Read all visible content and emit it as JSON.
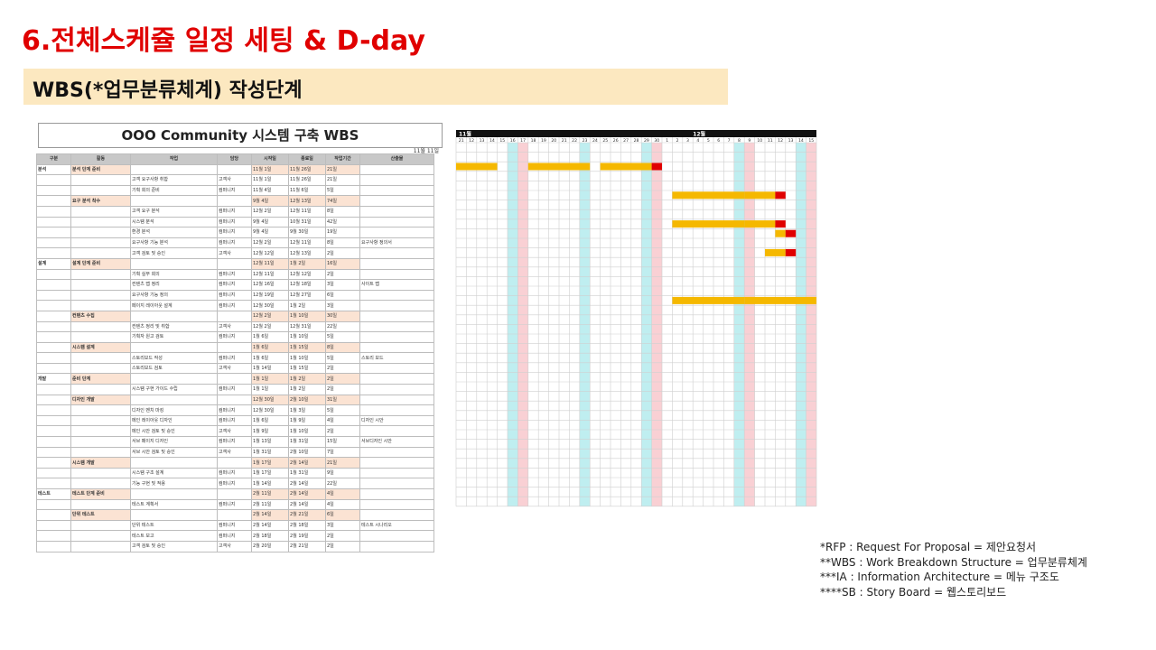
{
  "slide_title": "6.전체스케쥴 일정 세팅 & D-day",
  "section_title": "WBS(*업무분류체계) 작성단계",
  "wbs": {
    "heading": "OOO Community 시스템 구축 WBS",
    "date": "11월 11일",
    "columns": [
      "구분",
      "활동",
      "작업",
      "담당",
      "시작일",
      "종료일",
      "작업기간",
      "산출물"
    ],
    "rows": [
      {
        "cat": "분석",
        "phase": "분석 단계 준비",
        "task": "",
        "owner": "",
        "start": "11월 1일",
        "end": "11월 26일",
        "dur": "21일",
        "out": "",
        "kind": "sub"
      },
      {
        "cat": "",
        "phase": "",
        "task": "고객 요구사항 취합",
        "owner": "고객사",
        "start": "11월 1일",
        "end": "11월 26일",
        "dur": "21일",
        "out": "",
        "kind": "task"
      },
      {
        "cat": "",
        "phase": "",
        "task": "기획 회의 준비",
        "owner": "컴퍼니지",
        "start": "11월 4일",
        "end": "11월 6일",
        "dur": "5일",
        "out": "",
        "kind": "task"
      },
      {
        "cat": "",
        "phase": "요구 분석 착수",
        "task": "",
        "owner": "",
        "start": "9월 4일",
        "end": "12월 13일",
        "dur": "74일",
        "out": "",
        "kind": "sub"
      },
      {
        "cat": "",
        "phase": "",
        "task": "고객 요구 분석",
        "owner": "컴퍼니지",
        "start": "12월 2일",
        "end": "12월 11일",
        "dur": "8일",
        "out": "",
        "kind": "task"
      },
      {
        "cat": "",
        "phase": "",
        "task": "시스템 분석",
        "owner": "컴퍼니지",
        "start": "9월 4일",
        "end": "10월 31일",
        "dur": "42일",
        "out": "",
        "kind": "task"
      },
      {
        "cat": "",
        "phase": "",
        "task": "환경 분석",
        "owner": "컴퍼니지",
        "start": "9월 4일",
        "end": "9월 30일",
        "dur": "19일",
        "out": "",
        "kind": "task"
      },
      {
        "cat": "",
        "phase": "",
        "task": "요구사항 기능 분석",
        "owner": "컴퍼니지",
        "start": "12월 2일",
        "end": "12월 11일",
        "dur": "8일",
        "out": "요구사항 정의서",
        "kind": "task"
      },
      {
        "cat": "",
        "phase": "",
        "task": "고객 검토 및 승인",
        "owner": "고객사",
        "start": "12월 12일",
        "end": "12월 13일",
        "dur": "2일",
        "out": "",
        "kind": "task"
      },
      {
        "cat": "설계",
        "phase": "설계 단계 준비",
        "task": "",
        "owner": "",
        "start": "12월 11일",
        "end": "1월 2일",
        "dur": "16일",
        "out": "",
        "kind": "sub"
      },
      {
        "cat": "",
        "phase": "",
        "task": "기획 실무 회의",
        "owner": "컴퍼니지",
        "start": "12월 11일",
        "end": "12월 12일",
        "dur": "2일",
        "out": "",
        "kind": "task"
      },
      {
        "cat": "",
        "phase": "",
        "task": "컨텐츠 맵 정리",
        "owner": "컴퍼니지",
        "start": "12월 16일",
        "end": "12월 18일",
        "dur": "3일",
        "out": "사이트 맵",
        "kind": "task"
      },
      {
        "cat": "",
        "phase": "",
        "task": "요구사항 기능 정의",
        "owner": "컴퍼니지",
        "start": "12월 19일",
        "end": "12월 27일",
        "dur": "6일",
        "out": "",
        "kind": "task"
      },
      {
        "cat": "",
        "phase": "",
        "task": "페이지 레이아웃 설계",
        "owner": "컴퍼니지",
        "start": "12월 30일",
        "end": "1월 2일",
        "dur": "3일",
        "out": "",
        "kind": "task"
      },
      {
        "cat": "",
        "phase": "컨텐츠 수집",
        "task": "",
        "owner": "",
        "start": "12월 2일",
        "end": "1월 10일",
        "dur": "30일",
        "out": "",
        "kind": "sub"
      },
      {
        "cat": "",
        "phase": "",
        "task": "컨텐츠 정리 및 취합",
        "owner": "고객사",
        "start": "12월 2일",
        "end": "12월 31일",
        "dur": "22일",
        "out": "",
        "kind": "task"
      },
      {
        "cat": "",
        "phase": "",
        "task": "기획자 원고 검토",
        "owner": "컴퍼니지",
        "start": "1월 6일",
        "end": "1월 10일",
        "dur": "5일",
        "out": "",
        "kind": "task"
      },
      {
        "cat": "",
        "phase": "시스템 설계",
        "task": "",
        "owner": "",
        "start": "1월 6일",
        "end": "1월 15일",
        "dur": "8일",
        "out": "",
        "kind": "sub"
      },
      {
        "cat": "",
        "phase": "",
        "task": "스토리보드 작성",
        "owner": "컴퍼니지",
        "start": "1월 6일",
        "end": "1월 10일",
        "dur": "5일",
        "out": "스토리 보드",
        "kind": "task"
      },
      {
        "cat": "",
        "phase": "",
        "task": "스토리보드 검토",
        "owner": "고객사",
        "start": "1월 14일",
        "end": "1월 15일",
        "dur": "2일",
        "out": "",
        "kind": "task"
      },
      {
        "cat": "개발",
        "phase": "준비 단계",
        "task": "",
        "owner": "",
        "start": "1월 1일",
        "end": "1월 2일",
        "dur": "2일",
        "out": "",
        "kind": "sub"
      },
      {
        "cat": "",
        "phase": "",
        "task": "시스템 구현 가이드 수립",
        "owner": "컴퍼니지",
        "start": "1월 1일",
        "end": "1월 2일",
        "dur": "2일",
        "out": "",
        "kind": "task"
      },
      {
        "cat": "",
        "phase": "디자인 개발",
        "task": "",
        "owner": "",
        "start": "12월 30일",
        "end": "2월 10일",
        "dur": "31일",
        "out": "",
        "kind": "sub"
      },
      {
        "cat": "",
        "phase": "",
        "task": "디자인 벤치 마킹",
        "owner": "컴퍼니지",
        "start": "12월 30일",
        "end": "1월 3일",
        "dur": "5일",
        "out": "",
        "kind": "task"
      },
      {
        "cat": "",
        "phase": "",
        "task": "메인 레이아웃 디자인",
        "owner": "컴퍼니지",
        "start": "1월 6일",
        "end": "1월 9일",
        "dur": "4일",
        "out": "디자인 시안",
        "kind": "task"
      },
      {
        "cat": "",
        "phase": "",
        "task": "메인 시안 검토 및 승인",
        "owner": "고객사",
        "start": "1월 9일",
        "end": "1월 10일",
        "dur": "2일",
        "out": "",
        "kind": "task"
      },
      {
        "cat": "",
        "phase": "",
        "task": "서브 페이지 디자인",
        "owner": "컴퍼니지",
        "start": "1월 13일",
        "end": "1월 31일",
        "dur": "15일",
        "out": "서브디자인 시안",
        "kind": "task"
      },
      {
        "cat": "",
        "phase": "",
        "task": "서브 시안 검토 및 승인",
        "owner": "고객사",
        "start": "1월 31일",
        "end": "2월 10일",
        "dur": "7일",
        "out": "",
        "kind": "task"
      },
      {
        "cat": "",
        "phase": "시스템 개발",
        "task": "",
        "owner": "",
        "start": "1월 17일",
        "end": "2월 14일",
        "dur": "21일",
        "out": "",
        "kind": "sub"
      },
      {
        "cat": "",
        "phase": "",
        "task": "시스템 구조 설계",
        "owner": "컴퍼니지",
        "start": "1월 17일",
        "end": "1월 31일",
        "dur": "9일",
        "out": "",
        "kind": "task"
      },
      {
        "cat": "",
        "phase": "",
        "task": "기능 구현 및 적용",
        "owner": "컴퍼니지",
        "start": "1월 14일",
        "end": "2월 14일",
        "dur": "22일",
        "out": "",
        "kind": "task"
      },
      {
        "cat": "테스트",
        "phase": "테스트 단계 준비",
        "task": "",
        "owner": "",
        "start": "2월 11일",
        "end": "2월 14일",
        "dur": "4일",
        "out": "",
        "kind": "sub"
      },
      {
        "cat": "",
        "phase": "",
        "task": "테스트 계획서",
        "owner": "컴퍼니지",
        "start": "2월 11일",
        "end": "2월 14일",
        "dur": "4일",
        "out": "",
        "kind": "task"
      },
      {
        "cat": "",
        "phase": "단위 테스트",
        "task": "",
        "owner": "",
        "start": "2월 14일",
        "end": "2월 21일",
        "dur": "6일",
        "out": "",
        "kind": "sub"
      },
      {
        "cat": "",
        "phase": "",
        "task": "단위 테스트",
        "owner": "컴퍼니지",
        "start": "2월 14일",
        "end": "2월 18일",
        "dur": "3일",
        "out": "테스트 시나리오",
        "kind": "task"
      },
      {
        "cat": "",
        "phase": "",
        "task": "테스트 보고",
        "owner": "컴퍼니지",
        "start": "2월 18일",
        "end": "2월 19일",
        "dur": "2일",
        "out": "",
        "kind": "task"
      },
      {
        "cat": "",
        "phase": "",
        "task": "고객 검토 및 승인",
        "owner": "고객사",
        "start": "2월 20일",
        "end": "2월 21일",
        "dur": "2일",
        "out": "",
        "kind": "task"
      }
    ]
  },
  "gantt": {
    "months": [
      "11월",
      "12월"
    ],
    "days": [
      "21",
      "12",
      "13",
      "14",
      "15",
      "16",
      "17",
      "18",
      "19",
      "20",
      "21",
      "22",
      "23",
      "24",
      "25",
      "26",
      "27",
      "28",
      "29",
      "30",
      "1",
      "2",
      "3",
      "4",
      "5",
      "6",
      "7",
      "8",
      "9",
      "10",
      "11",
      "12",
      "13",
      "14",
      "15"
    ],
    "pink_cols": [
      6,
      19,
      28,
      34
    ],
    "cyan_cols": [
      5,
      12,
      18,
      27,
      33
    ],
    "bars": [
      {
        "row": 2,
        "start": 0,
        "len": 4,
        "red": 0
      },
      {
        "row": 2,
        "start": 7,
        "len": 6,
        "red": 0
      },
      {
        "row": 2,
        "start": 14,
        "len": 6,
        "red": 1
      },
      {
        "row": 5,
        "start": 21,
        "len": 7,
        "red": 0
      },
      {
        "row": 5,
        "start": 28,
        "len": 4,
        "red": 1
      },
      {
        "row": 8,
        "start": 21,
        "len": 7,
        "red": 0
      },
      {
        "row": 8,
        "start": 28,
        "len": 4,
        "red": 1
      },
      {
        "row": 9,
        "start": 31,
        "len": 2,
        "red": 1
      },
      {
        "row": 11,
        "start": 30,
        "len": 3,
        "red": 1
      },
      {
        "row": 16,
        "start": 21,
        "len": 7,
        "red": 0
      },
      {
        "row": 16,
        "start": 28,
        "len": 7,
        "red": 0
      }
    ],
    "colors": {
      "bar": "#f5b800",
      "bar_end": "#e00000",
      "header": "#111111",
      "pink": "#f9d0d4",
      "cyan": "#bfeef0",
      "grid": "#cfcfcf"
    }
  },
  "notes": [
    "*RFP : Request For Proposal = 제안요청서",
    "**WBS : Work Breakdown Structure = 업무분류체계",
    "***IA : Information Architecture = 메뉴 구조도",
    "****SB : Story Board = 웹스토리보드"
  ]
}
